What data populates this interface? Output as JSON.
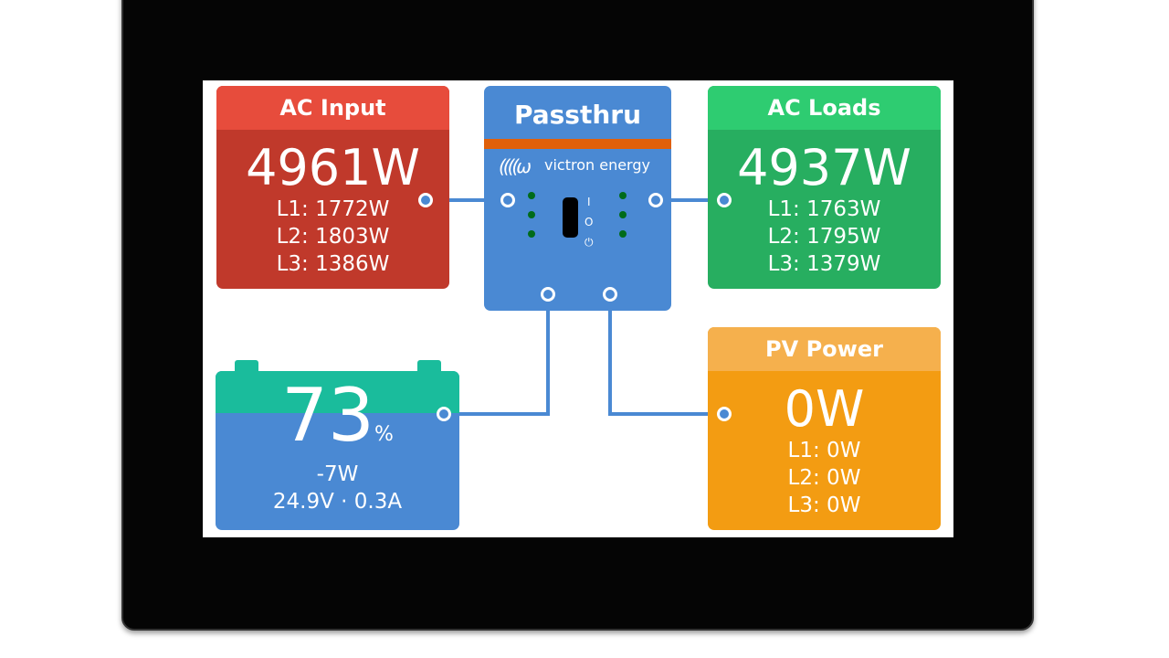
{
  "ac_input": {
    "title": "AC Input",
    "total": "4961W",
    "l1": "L1: 1772W",
    "l2": "L2: 1803W",
    "l3": "L3: 1386W"
  },
  "inverter": {
    "title": "Passthru",
    "brand": "victron energy",
    "switch_labels": [
      "I",
      "O",
      "⏻"
    ]
  },
  "ac_loads": {
    "title": "AC Loads",
    "total": "4937W",
    "l1": "L1: 1763W",
    "l2": "L2: 1795W",
    "l3": "L3: 1379W"
  },
  "battery": {
    "soc": "73",
    "soc_unit": "%",
    "soc_fraction": 0.73,
    "power": "-7W",
    "voltage_current": "24.9V · 0.3A"
  },
  "pv": {
    "title": "PV Power",
    "total": "0W",
    "l1": "L1: 0W",
    "l2": "L2: 0W",
    "l3": "L3: 0W"
  },
  "colors": {
    "ac_input": "#c0392b",
    "ac_loads": "#27ae60",
    "inverter": "#4a89d3",
    "pv": "#f39c12",
    "battery_top": "#1abc9c"
  }
}
